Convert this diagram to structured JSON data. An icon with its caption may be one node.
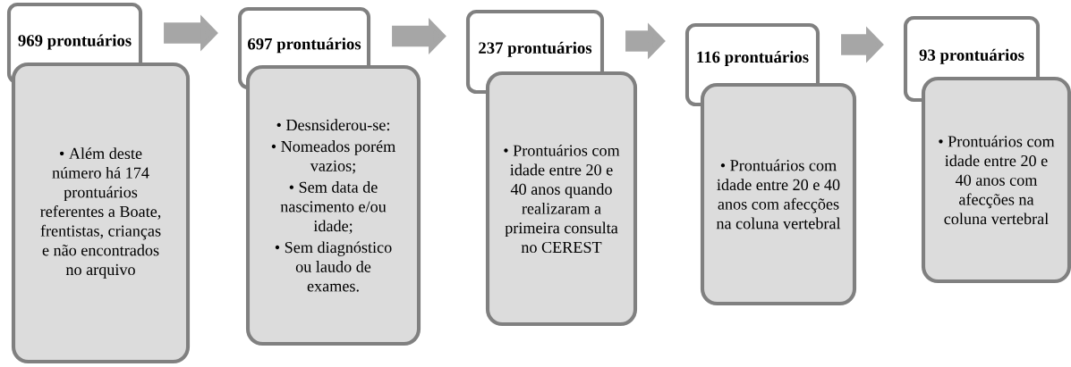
{
  "diagram": {
    "nodes": [
      {
        "text": [
          "969 prontuários"
        ]
      },
      {
        "text": [
          "• Além deste número há 174 prontuários referentes a Boate, frentistas, crianças e não encontrados no arquivo"
        ]
      },
      {
        "text": [
          "697 prontuários"
        ]
      },
      {
        "text": [
          "• Desnsiderou-se:",
          "• Nomeados porém vazios;",
          "• Sem data de nascimento e/ou idade;",
          "• Sem diagnóstico ou laudo de exames."
        ]
      },
      {
        "text": [
          "237 prontuários"
        ]
      },
      {
        "text": [
          "• Prontuários com idade entre 20 e 40 anos quando realizaram a primeira consulta no CEREST"
        ]
      },
      {
        "text": [
          "116 prontuários"
        ]
      },
      {
        "text": [
          "• Prontuários com idade entre 20 e 40 anos com afecções na coluna vertebral"
        ]
      },
      {
        "text": [
          "93 prontuários"
        ]
      },
      {
        "text": [
          "• Prontuários com idade entre 20 e 40 anos com afecções na coluna vertebral"
        ]
      }
    ],
    "edges": [
      {
        "from": 0,
        "to": 2,
        "arrow": "to"
      },
      {
        "from": 2,
        "to": 4,
        "arrow": "to"
      },
      {
        "from": 4,
        "to": 6,
        "arrow": "to"
      },
      {
        "from": 6,
        "to": 8,
        "arrow": "to"
      }
    ]
  }
}
